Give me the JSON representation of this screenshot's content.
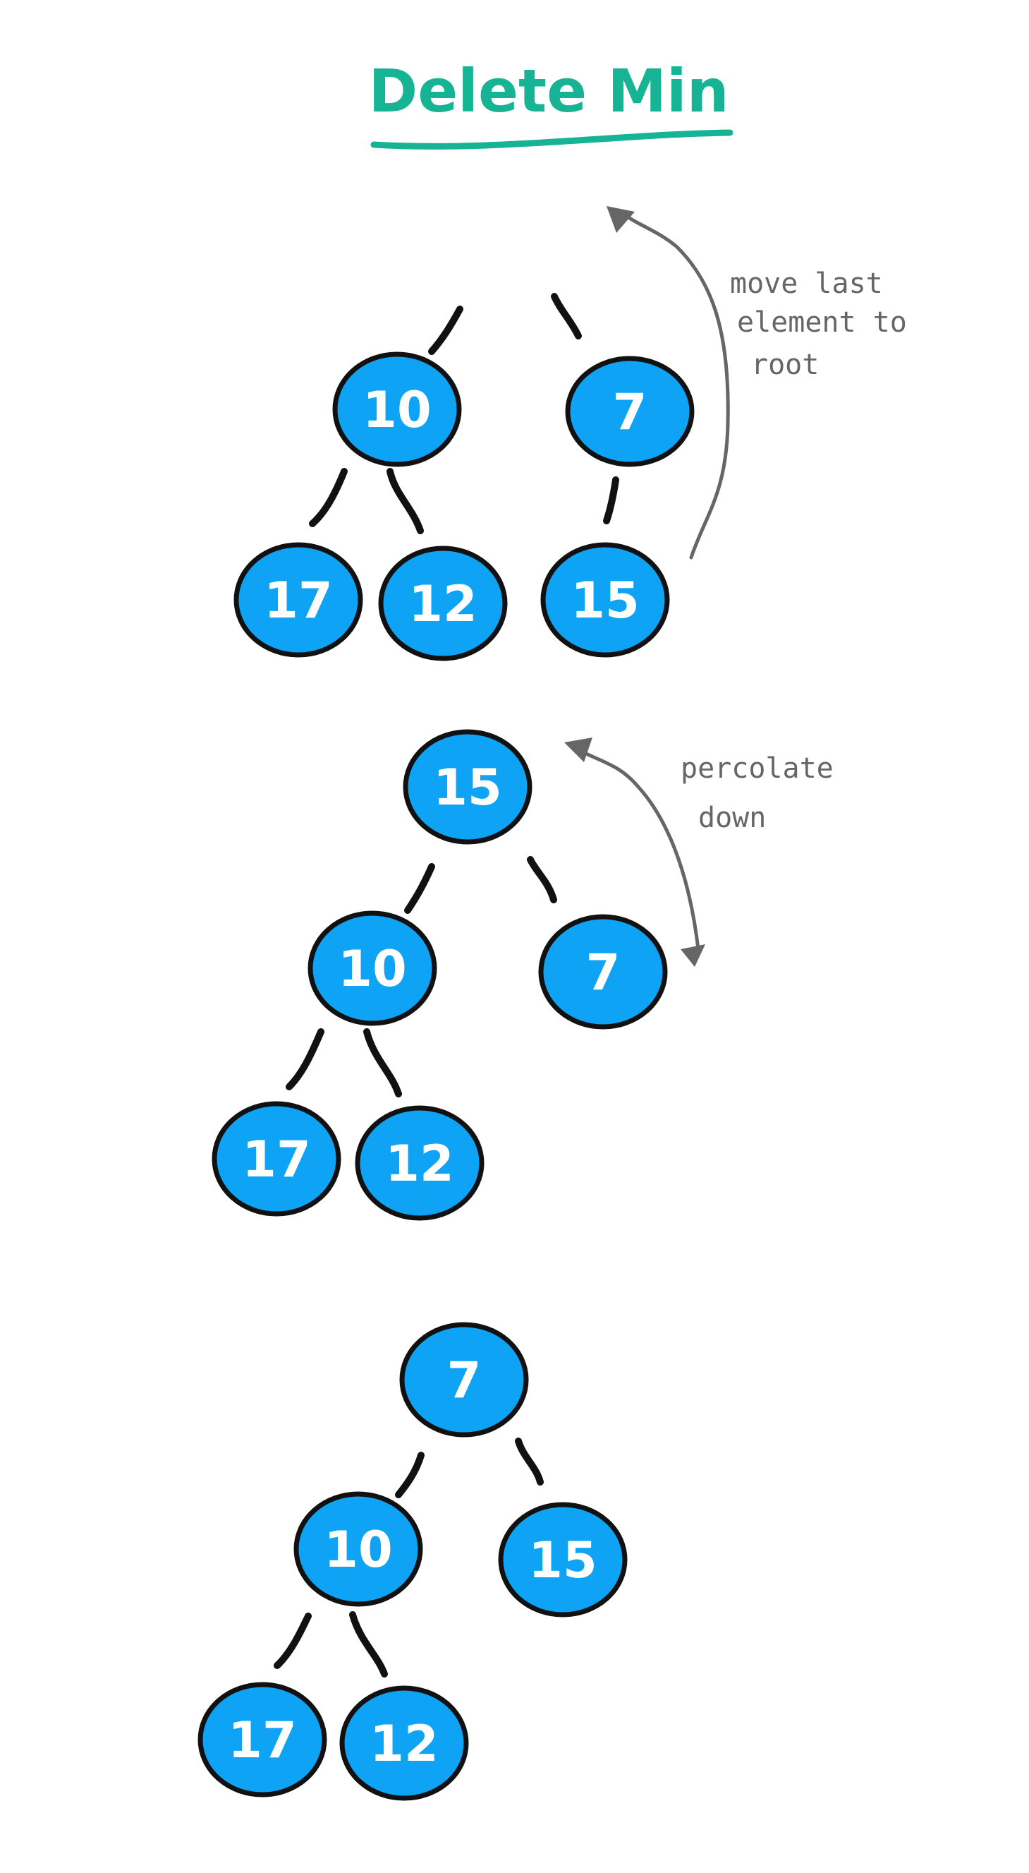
{
  "title": "Delete Min",
  "colors": {
    "title": "#16b394",
    "node_fill": "#0ea3f5",
    "node_stroke": "#111111",
    "node_text": "#ffffff",
    "edge": "#111111",
    "annotation": "#666666"
  },
  "steps": [
    {
      "id": "step-1",
      "annotation_lines": [
        "move last",
        "element to",
        "root"
      ],
      "nodes": [
        "10",
        "7",
        "17",
        "12",
        "15"
      ]
    },
    {
      "id": "step-2",
      "annotation_lines": [
        "percolate",
        "down"
      ],
      "nodes": [
        "15",
        "10",
        "7",
        "17",
        "12"
      ]
    },
    {
      "id": "step-3",
      "annotation_lines": [],
      "nodes": [
        "7",
        "10",
        "15",
        "17",
        "12"
      ]
    }
  ]
}
